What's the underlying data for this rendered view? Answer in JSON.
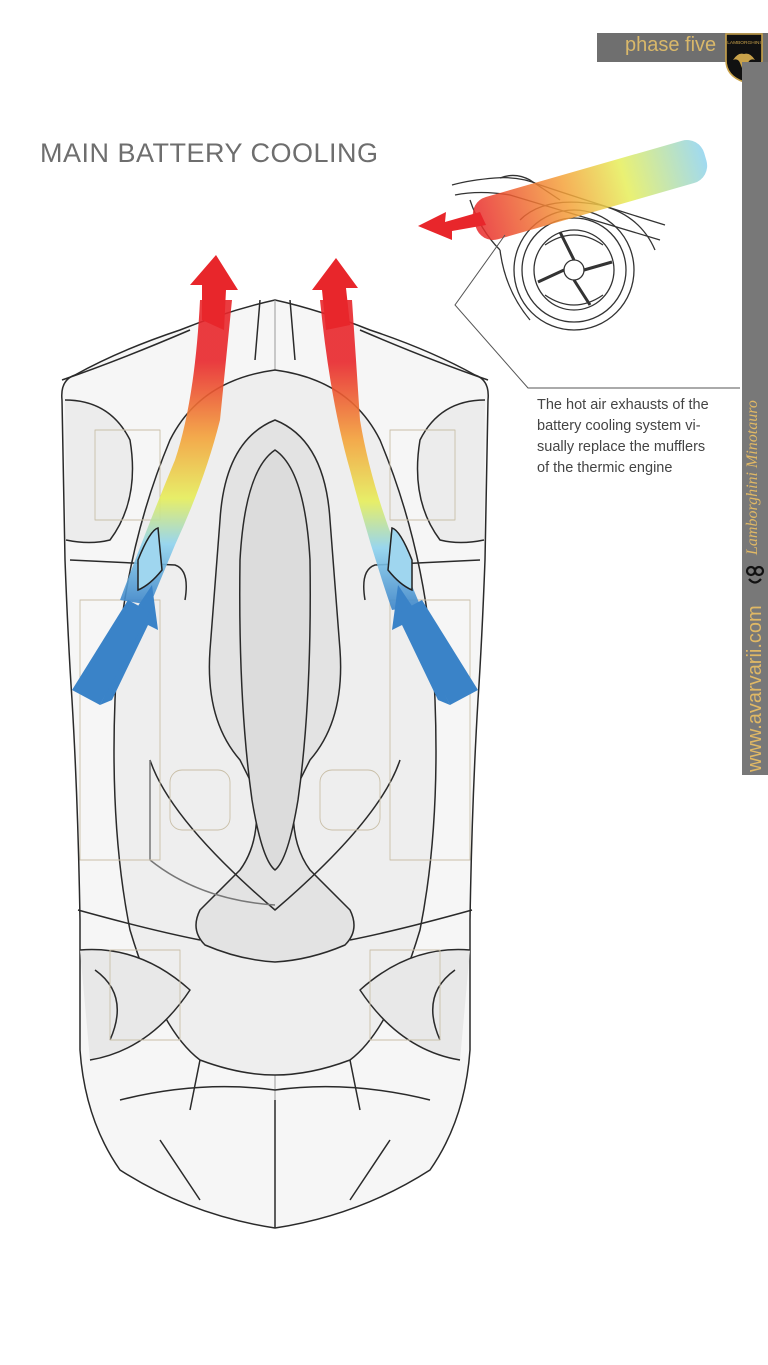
{
  "title": "MAIN BATTERY COOLING",
  "caption": {
    "lines": [
      "The hot air exhausts of the",
      "battery cooling system vi-",
      "sually replace the mufflers",
      "of the thermic engine"
    ]
  },
  "header": {
    "phase": "phase five",
    "logo_icon": "lamborghini-bull-shield-icon",
    "logo_text": "LAMBORGHINI"
  },
  "sidebar": {
    "model_name": "Lamborghini Minotauro",
    "website": "www.avarvarii.com",
    "brand_icon": "avarvarii-monogram-icon"
  },
  "colors": {
    "hot": "#e8262b",
    "warm": "#f4a23a",
    "mid": "#f3e04a",
    "cool_light": "#8fd3ee",
    "cold": "#3a83c8",
    "sidebar_bg": "#787878",
    "gold": "#e0b865",
    "line": "#2a2a2a"
  }
}
